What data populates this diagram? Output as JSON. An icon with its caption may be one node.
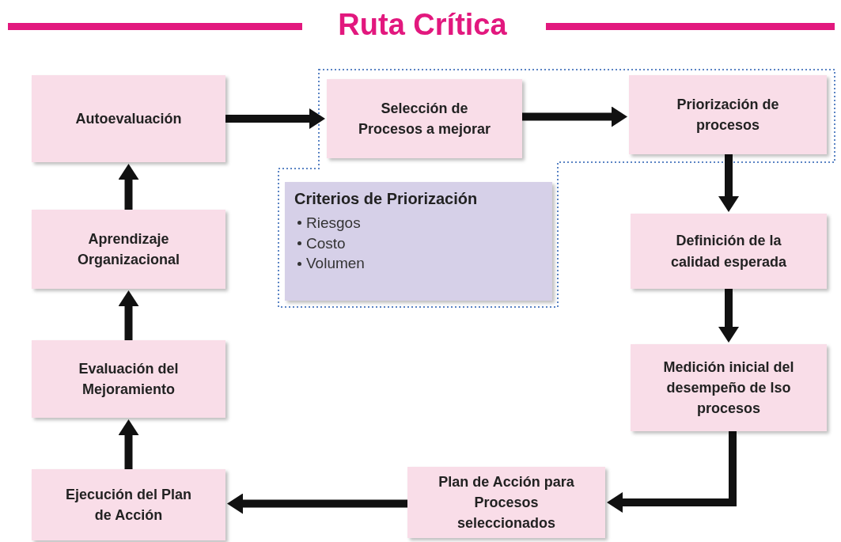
{
  "diagram": {
    "title": "Ruta Crítica",
    "nodes": [
      {
        "text": [
          "Autoevaluación"
        ]
      },
      {
        "text": [
          "Selección de Procesos a mejorar"
        ]
      },
      {
        "text": [
          "Priorización de procesos"
        ]
      },
      {
        "text": [
          "Criterios de Priorización",
          "Riesgos",
          "Costo",
          "Volumen"
        ]
      },
      {
        "text": [
          "Definición de la calidad esperada"
        ]
      },
      {
        "text": [
          "Medición inicial del desempeño de lso procesos"
        ]
      },
      {
        "text": [
          "Plan de Acción para Procesos seleccionados"
        ]
      },
      {
        "text": [
          "Ejecución del Plan de Acción"
        ]
      },
      {
        "text": [
          "Evaluación del Mejoramiento"
        ]
      },
      {
        "text": [
          "Aprendizaje Organizacional"
        ]
      }
    ],
    "edges": [
      {
        "from": 0,
        "to": 1,
        "arrow": "to"
      },
      {
        "from": 1,
        "to": 2,
        "arrow": "to"
      },
      {
        "from": 2,
        "to": 4,
        "arrow": "to"
      },
      {
        "from": 4,
        "to": 5,
        "arrow": "to"
      },
      {
        "from": 5,
        "to": 6,
        "arrow": "to"
      },
      {
        "from": 6,
        "to": 7,
        "arrow": "to"
      },
      {
        "from": 7,
        "to": 8,
        "arrow": "to"
      },
      {
        "from": 8,
        "to": 9,
        "arrow": "to"
      },
      {
        "from": 9,
        "to": 0,
        "arrow": "to"
      }
    ]
  }
}
